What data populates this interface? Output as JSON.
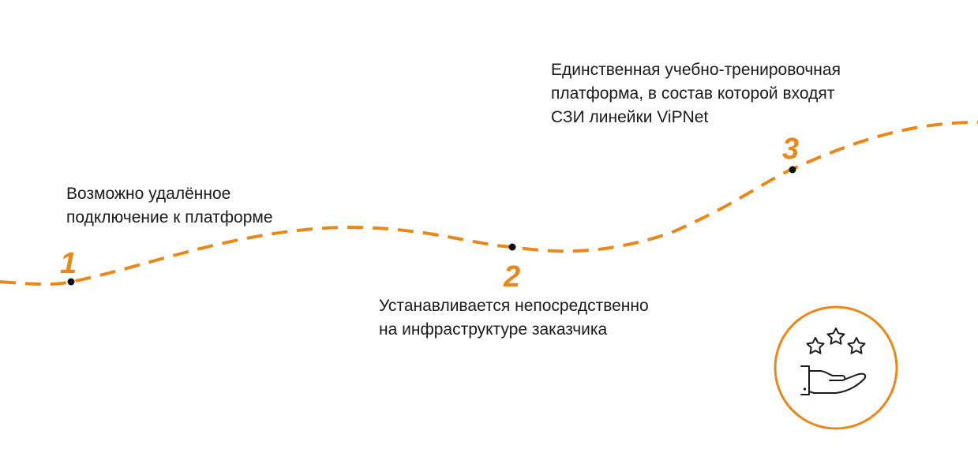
{
  "colors": {
    "accent": "#E8881B",
    "text": "#1a1a1a",
    "dot": "#111111",
    "icon_stroke": "#1a1a1a"
  },
  "steps": [
    {
      "number": "1",
      "text": "Возможно удалённое\nподключение к платформе"
    },
    {
      "number": "2",
      "text": "Устанавливается непосредственно\nна инфраструктуре заказчика"
    },
    {
      "number": "3",
      "text": "Единственная учебно-тренировочная\nплатформа, в состав которой входят\nСЗИ линейки ViPNet"
    }
  ],
  "badge": {
    "icon": "hand-with-stars-icon",
    "star_count": 3
  }
}
